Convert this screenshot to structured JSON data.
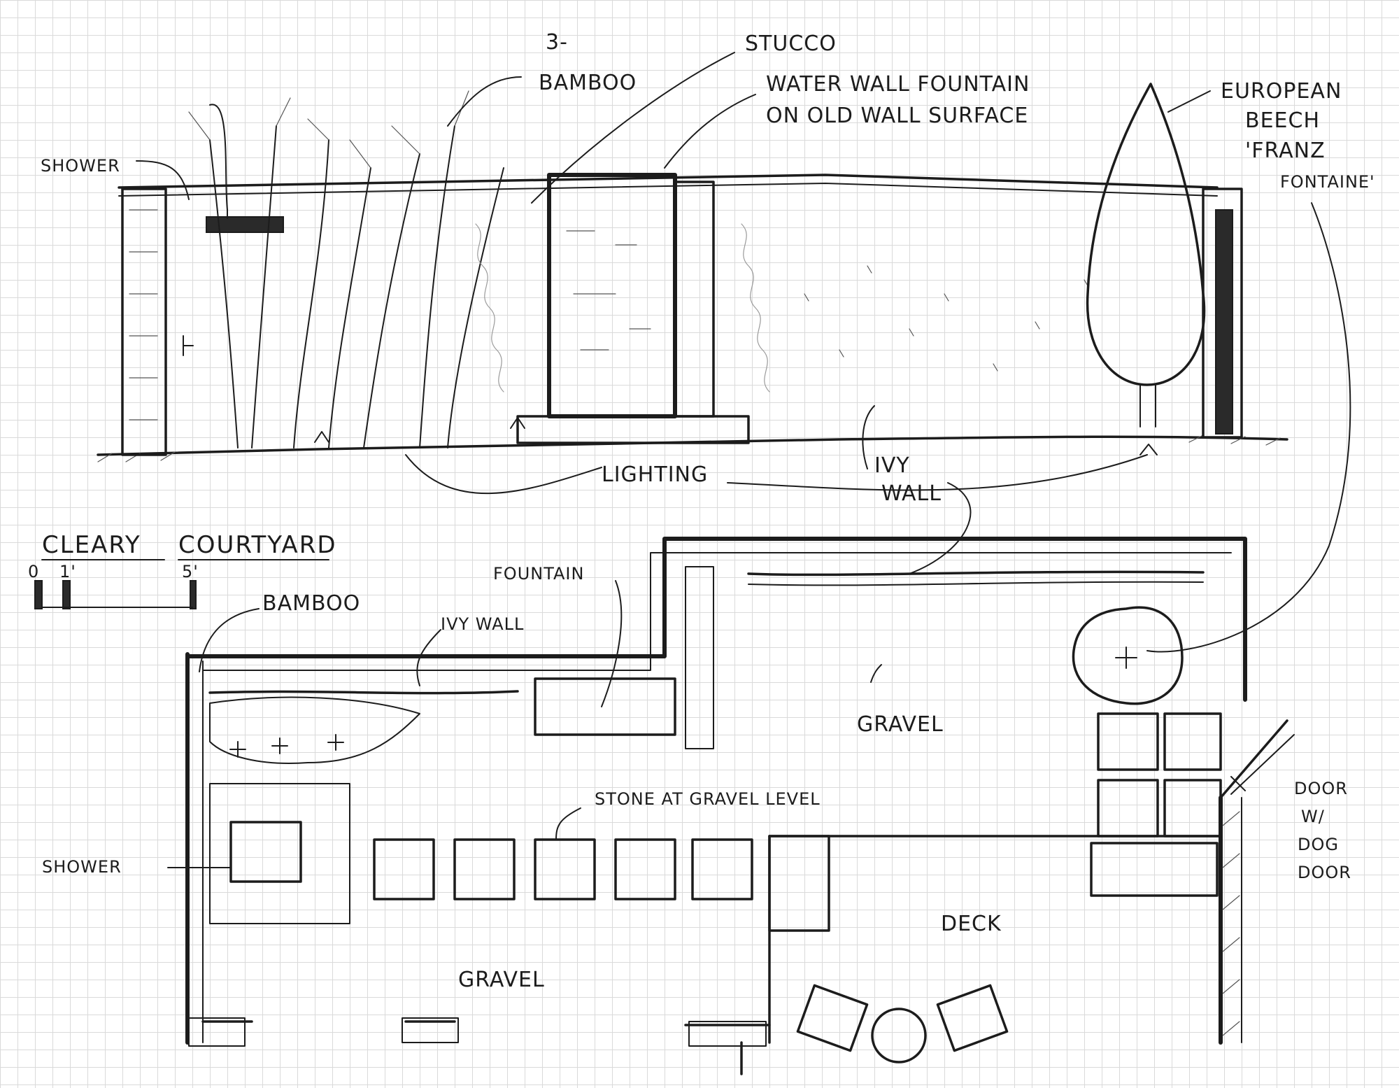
{
  "elevation_labels": {
    "shower": "SHOWER",
    "bamboo_line1": "3-",
    "bamboo_line2": "BAMBOO",
    "stucco": "STUCCO",
    "water_wall_line1": "WATER WALL FOUNTAIN",
    "water_wall_line2": "ON OLD WALL SURFACE",
    "beech_line1": "EUROPEAN",
    "beech_line2": "BEECH",
    "beech_line3": "'FRANZ",
    "beech_line4": "FONTAINE'",
    "lighting": "LIGHTING",
    "ivy_wall_line1": "IVY",
    "ivy_wall_line2": "WALL"
  },
  "title_block": {
    "title_word1": "CLEARY",
    "title_word2": "COURTYARD",
    "scale_0": "0",
    "scale_1": "1'",
    "scale_5": "5'"
  },
  "plan_labels": {
    "bamboo": "BAMBOO",
    "ivy_wall": "IVY WALL",
    "fountain": "FOUNTAIN",
    "gravel_upper": "GRAVEL",
    "stone_note": "STONE AT GRAVEL LEVEL",
    "shower": "SHOWER",
    "gravel_lower": "GRAVEL",
    "deck": "DECK",
    "door_line1": "DOOR",
    "door_line2": "W/",
    "door_line3": "DOG",
    "door_line4": "DOOR"
  }
}
